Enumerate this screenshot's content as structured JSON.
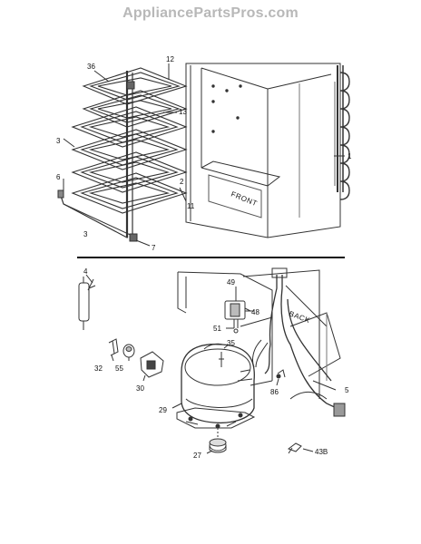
{
  "watermark": "AppliancePartsPros.com",
  "labels": {
    "l36": "36",
    "l12": "12",
    "l13": "13",
    "l3a": "3",
    "l6": "6",
    "l2": "2",
    "l11": "11",
    "l3b": "3",
    "l7": "7",
    "l1": "1",
    "front": "FRONT",
    "l4": "4",
    "l49": "49",
    "l48": "48",
    "l51": "51",
    "back": "BACK",
    "l35": "35",
    "l32": "32",
    "l55": "55",
    "l30": "30",
    "l29": "29",
    "l86": "86",
    "l5": "5",
    "l27": "27",
    "l43b": "43B"
  }
}
